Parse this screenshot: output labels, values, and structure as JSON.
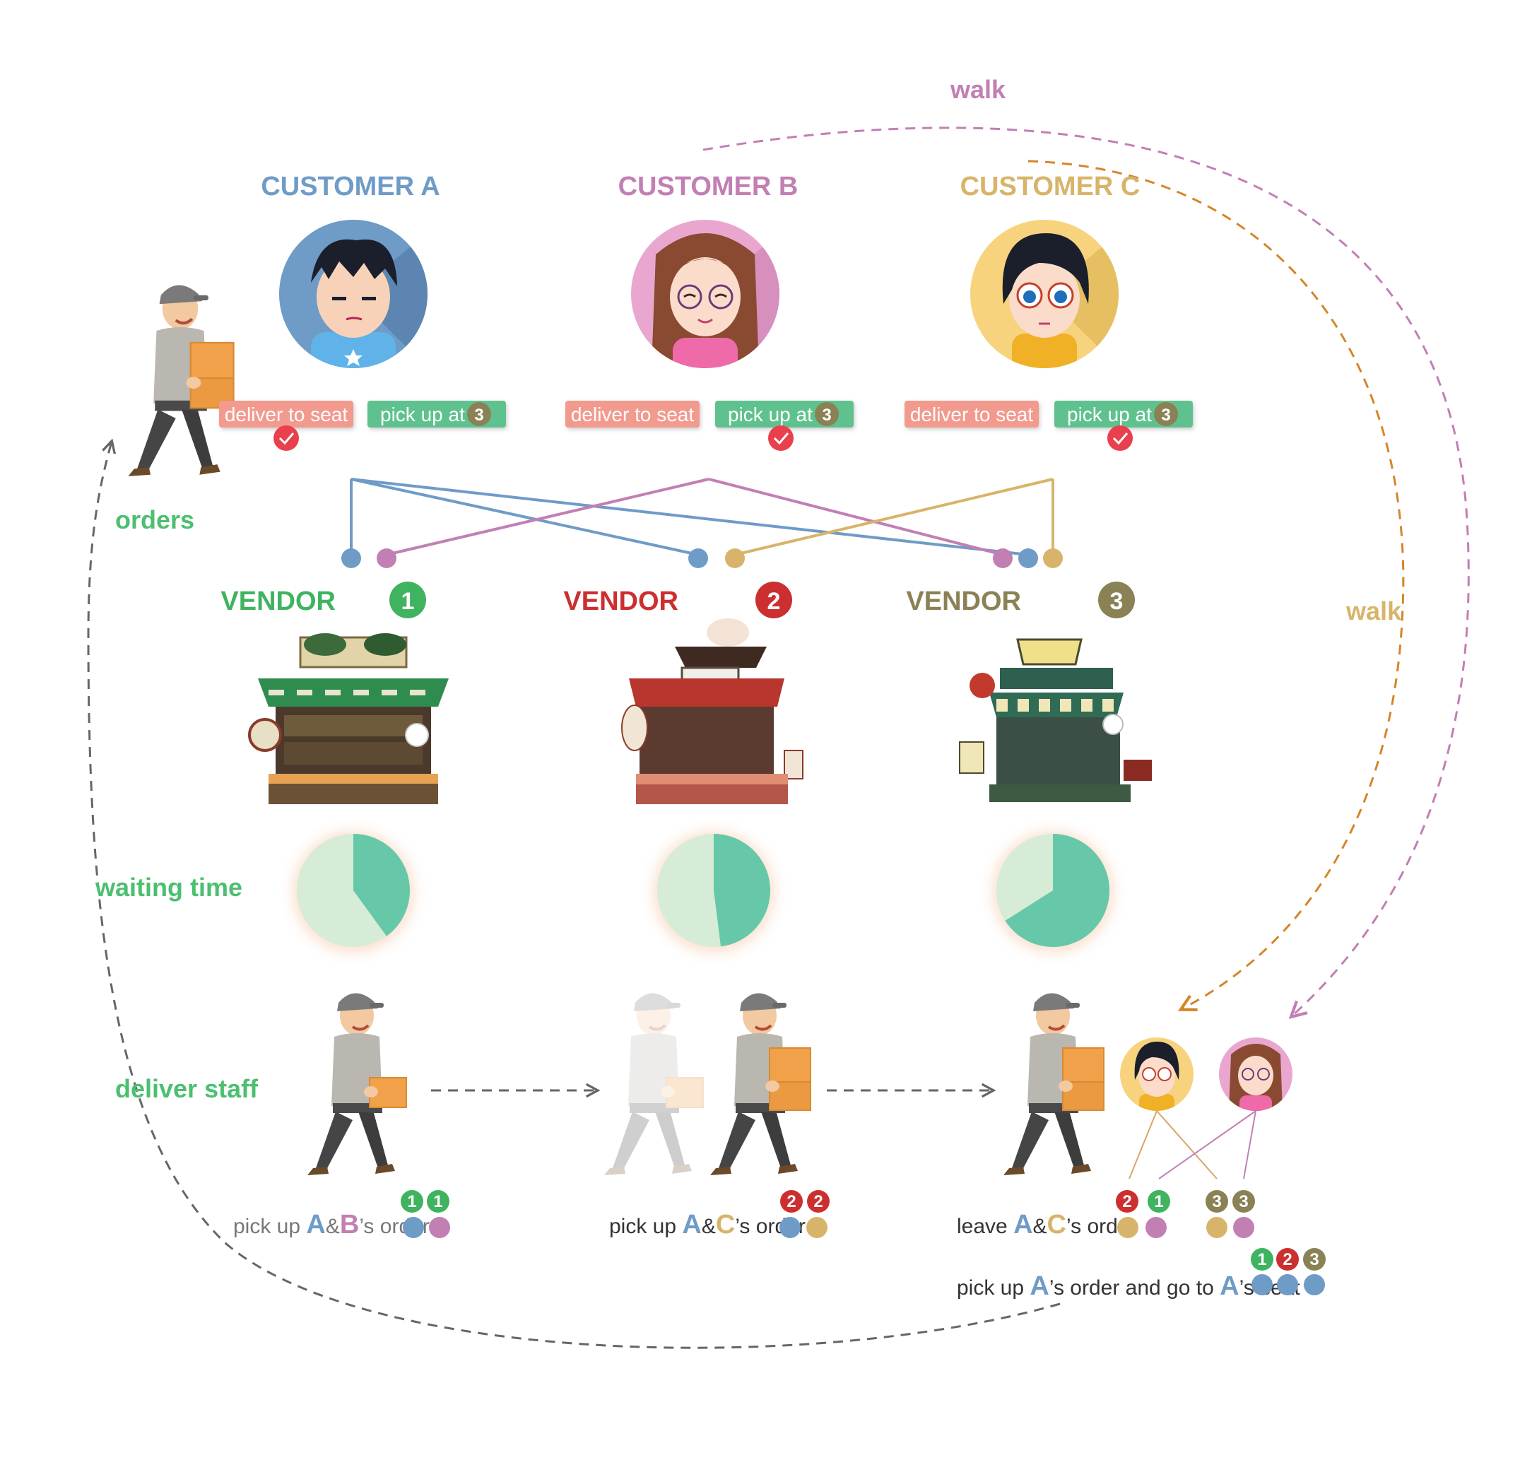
{
  "colors": {
    "customer_a": "#6f9bc7",
    "customer_b": "#c27fb3",
    "customer_c": "#d8b46a",
    "green": "#4cbf70",
    "vendor1": "#3fb35f",
    "vendor2": "#cc2f2f",
    "vendor3": "#8a8155",
    "tag_deliver": "#f29a8e",
    "tag_pickup": "#5fc28e",
    "check": "#ea3f4d",
    "walk_b": "#c27fb3",
    "walk_c": "#d5852a",
    "loop": "#666666",
    "pie_light": "#d6ecd6",
    "pie_dark": "#66c8a8"
  },
  "labels": {
    "walk_top": "walk",
    "walk_right": "walk",
    "orders": "orders",
    "waiting_time": "waiting time",
    "deliver_staff": "deliver staff"
  },
  "customers": [
    {
      "name": "CUSTOMER A",
      "icon": "avatar-boy-icon",
      "deliver": "deliver to seat",
      "pickup": "pick up at",
      "pickup_vendor": "3",
      "selected": "deliver"
    },
    {
      "name": "CUSTOMER B",
      "icon": "avatar-girl-long-hair-icon",
      "deliver": "deliver to seat",
      "pickup": "pick up at",
      "pickup_vendor": "3",
      "selected": "pickup"
    },
    {
      "name": "CUSTOMER C",
      "icon": "avatar-girl-short-hair-icon",
      "deliver": "deliver to seat",
      "pickup": "pick up at",
      "pickup_vendor": "3",
      "selected": "pickup"
    }
  ],
  "vendors": [
    {
      "label": "VENDOR",
      "number": "1",
      "icon": "food-stall-green-awning-icon",
      "wait_fraction": 0.4
    },
    {
      "label": "VENDOR",
      "number": "2",
      "icon": "food-stall-red-ramen-icon",
      "wait_fraction": 0.48
    },
    {
      "label": "VENDOR",
      "number": "3",
      "icon": "food-stall-striped-cafe-icon",
      "wait_fraction": 0.66
    }
  ],
  "orders": [
    {
      "customer": "A",
      "vendors": [
        "1",
        "2",
        "3"
      ]
    },
    {
      "customer": "B",
      "vendors": [
        "1",
        "3"
      ]
    },
    {
      "customer": "C",
      "vendors": [
        "2",
        "3"
      ]
    }
  ],
  "steps": [
    {
      "pre": "pick up ",
      "l1": "A",
      "amp": "&",
      "l2": "B",
      "post": "’s order",
      "badges": [
        "1",
        "1"
      ],
      "dots": [
        "A",
        "B"
      ]
    },
    {
      "pre": "pick up ",
      "l1": "A",
      "amp": "&",
      "l2": "C",
      "post": "’s order",
      "badges": [
        "2",
        "2"
      ],
      "dots": [
        "A",
        "C"
      ]
    },
    {
      "pre": "leave ",
      "l1": "A",
      "amp": "&",
      "l2": "C",
      "post": "’s order",
      "badges": [
        "2",
        "1",
        "3",
        "3"
      ],
      "dots": [
        "C",
        "B",
        "C",
        "B"
      ]
    }
  ],
  "final_step": {
    "pre": "pick up ",
    "l1": "A",
    "mid": "’s order and go to ",
    "l2": "A",
    "post": "’s seat",
    "badges": [
      "1",
      "2",
      "3"
    ],
    "dots": [
      "A",
      "A",
      "A"
    ]
  },
  "icons": {
    "courier": "delivery-man-carrying-boxes-icon",
    "check": "checkmark-icon",
    "arrow": "dashed-arrow-right-icon"
  }
}
